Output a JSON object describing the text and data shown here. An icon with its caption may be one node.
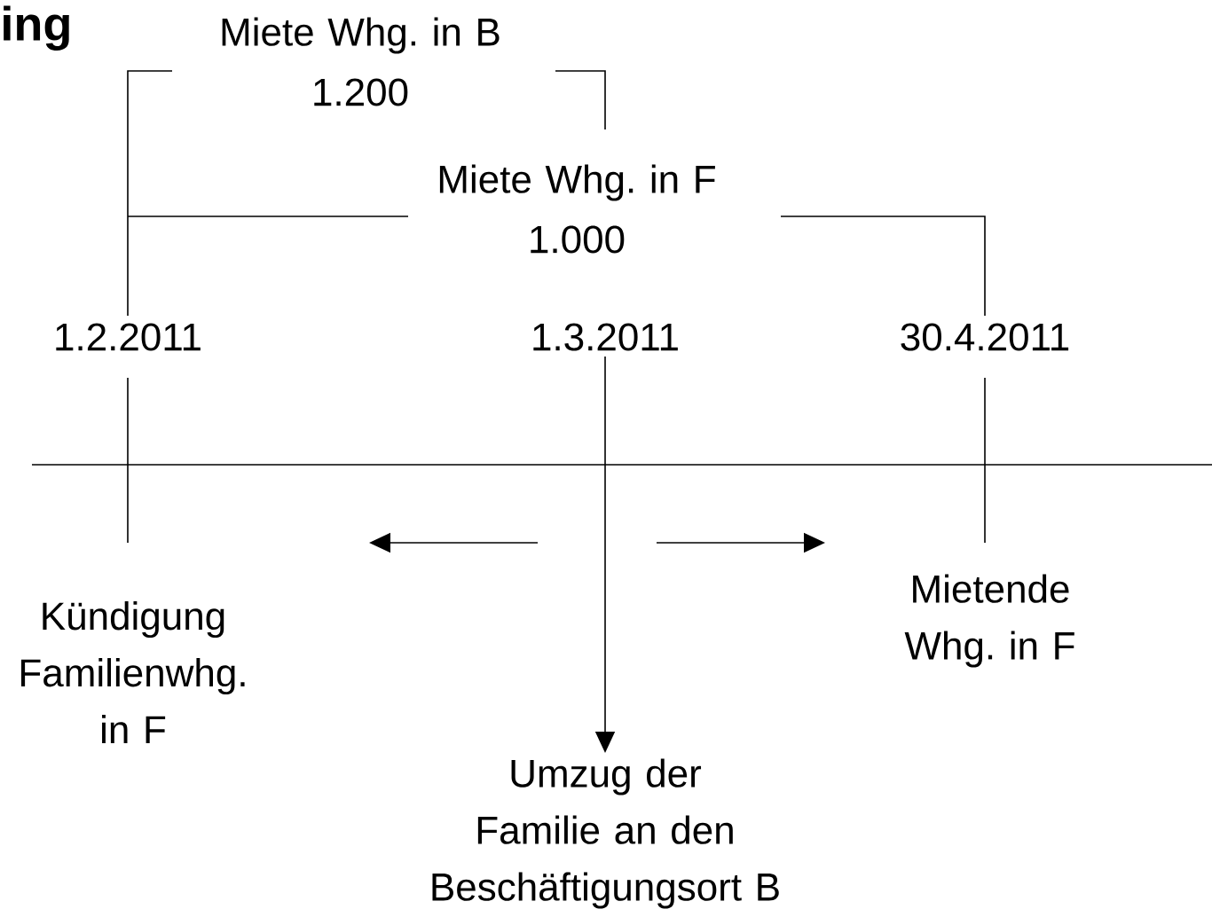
{
  "diagram": {
    "title": "ing",
    "nodes": [
      {
        "text": [
          "1.3.2011"
        ]
      },
      {
        "text": [
          "Umzug der Familie an den Beschäftigungsort B"
        ]
      }
    ],
    "edges": [
      {
        "from": 0,
        "to": 1,
        "arrow": "to"
      }
    ],
    "labels": [
      "Miete Whg. in B",
      "1.200",
      "Miete Whg. in F",
      "1.000",
      "1.2.2011",
      "30.4.2011",
      "Kündigung Familienwhg. in F",
      "Mietende Whg. in F"
    ]
  }
}
